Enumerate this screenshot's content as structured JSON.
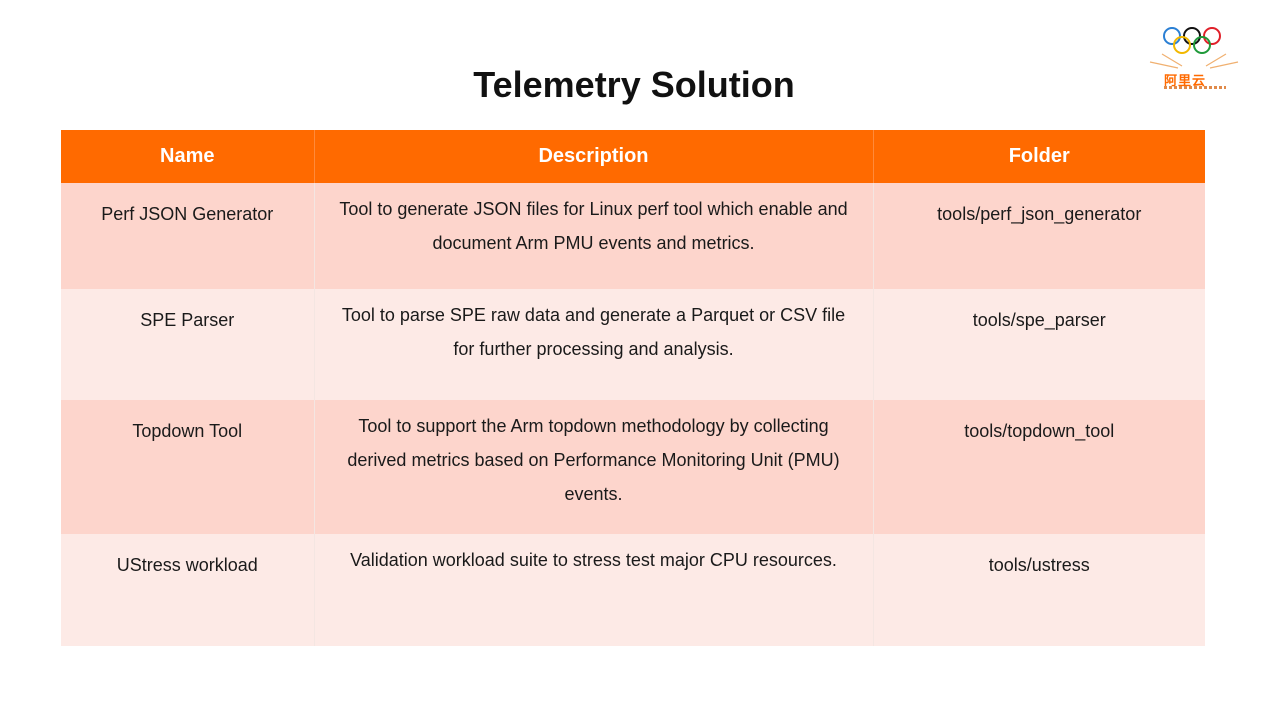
{
  "slide": {
    "title": "Telemetry Solution"
  },
  "logo": {
    "brand": "阿里云"
  },
  "table": {
    "headers": [
      "Name",
      "Description",
      "Folder"
    ],
    "rows": [
      {
        "name": "Perf JSON Generator",
        "description": "Tool to generate JSON files for Linux perf tool which enable and document Arm PMU events and metrics.",
        "folder": "tools/perf_json_generator"
      },
      {
        "name": "SPE Parser",
        "description": "Tool to parse SPE raw data and generate a Parquet or CSV file for further processing and analysis.",
        "folder": "tools/spe_parser"
      },
      {
        "name": "Topdown Tool",
        "description": "Tool to support the Arm topdown methodology by collecting derived metrics based on Performance Monitoring Unit (PMU) events.",
        "folder": "tools/topdown_tool"
      },
      {
        "name": "UStress workload",
        "description": "Validation workload suite to stress test major CPU resources.",
        "folder": "tools/ustress"
      }
    ]
  },
  "colors": {
    "accent": "#ff6a00",
    "row_dark": "#fdd5cc",
    "row_light": "#fdeae6"
  }
}
